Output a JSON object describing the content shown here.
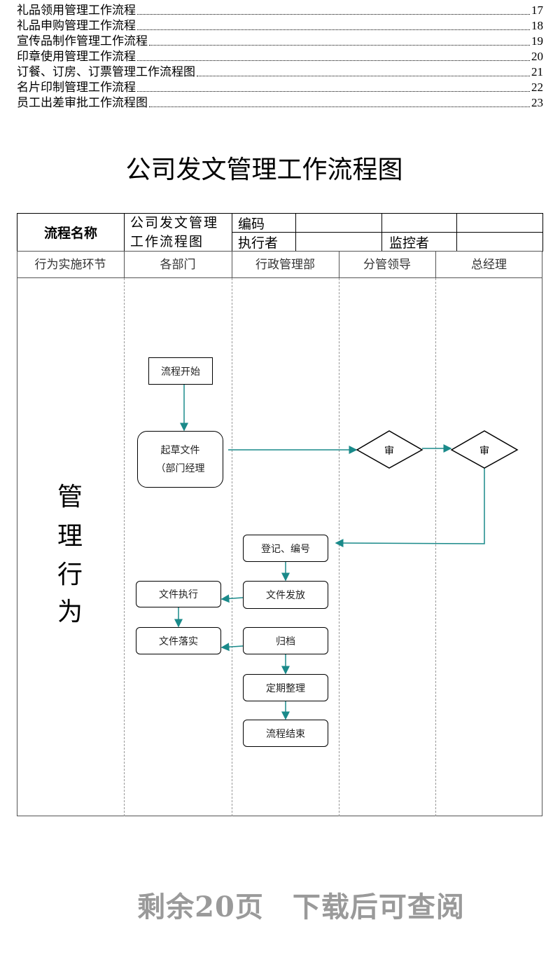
{
  "toc": [
    {
      "title": "礼品领用管理工作流程",
      "page": "17"
    },
    {
      "title": "礼品申购管理工作流程",
      "page": "18"
    },
    {
      "title": "宣传品制作管理工作流程",
      "page": "19"
    },
    {
      "title": "印章使用管理工作流程",
      "page": "20"
    },
    {
      "title": "订餐、订房、订票管理工作流程图",
      "page": "21"
    },
    {
      "title": "名片印制管理工作流程",
      "page": "22"
    },
    {
      "title": "员工出差审批工作流程图",
      "page": "23"
    }
  ],
  "title": "公司发文管理工作流程图",
  "header": {
    "process_name_label": "流程名称",
    "process_name": "公司发文管理工作流程图",
    "code_label": "编码",
    "executor_label": "执行者",
    "monitor_label": "监控者"
  },
  "columns": [
    "行为实施环节",
    "各部门",
    "行政管理部",
    "分管领导",
    "总经理"
  ],
  "row_label": [
    "管",
    "理",
    "行",
    "为"
  ],
  "nodes": {
    "start": "流程开始",
    "draft_1": "起草文件",
    "draft_2": "（部门经理",
    "review1": "审",
    "review2": "审",
    "register": "登记、编号",
    "issue": "文件发放",
    "execute": "文件执行",
    "implement": "文件落实",
    "archive": "归档",
    "organize": "定期整理",
    "end": "流程结束"
  },
  "arrow_color": "#1a8a8a",
  "footer": "剩余20页　下载后可查阅"
}
